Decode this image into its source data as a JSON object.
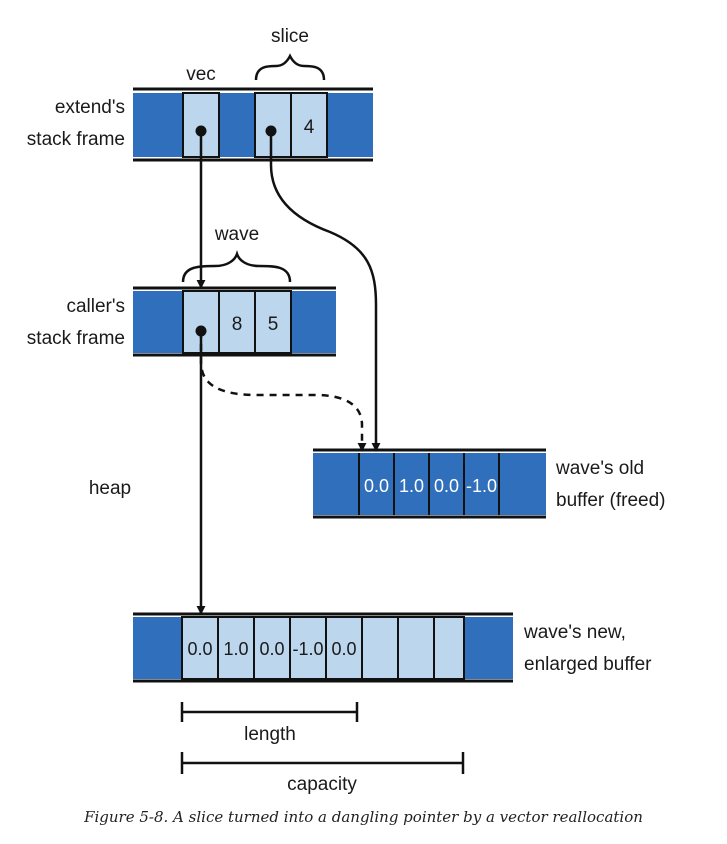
{
  "labels": {
    "vec": "vec",
    "slice": "slice",
    "wave": "wave",
    "extend_frame": [
      "extend's",
      "stack frame"
    ],
    "caller_frame": [
      "caller's",
      "stack frame"
    ],
    "heap": "heap",
    "old_buffer": [
      "wave's old",
      "buffer (freed)"
    ],
    "new_buffer": [
      "wave's new,",
      "enlarged buffer"
    ],
    "length": "length",
    "capacity": "capacity"
  },
  "extend_frame_cells": [
    "",
    "",
    "",
    "",
    "4",
    ""
  ],
  "caller_frame_cells": [
    "",
    "",
    "8",
    "5",
    ""
  ],
  "old_buffer_cells": [
    "",
    "0.0",
    "1.0",
    "0.0",
    "-1.0",
    ""
  ],
  "new_buffer_cells": [
    "",
    "0.0",
    "1.0",
    "0.0",
    "-1.0",
    "0.0",
    "",
    "",
    "",
    ""
  ],
  "caption": "Figure 5-8. A slice turned into a dangling pointer by a vector reallocation",
  "colors": {
    "dark_blue": "#2f6fbb",
    "light_blue": "#bcd6ee",
    "stroke": "#111111"
  }
}
